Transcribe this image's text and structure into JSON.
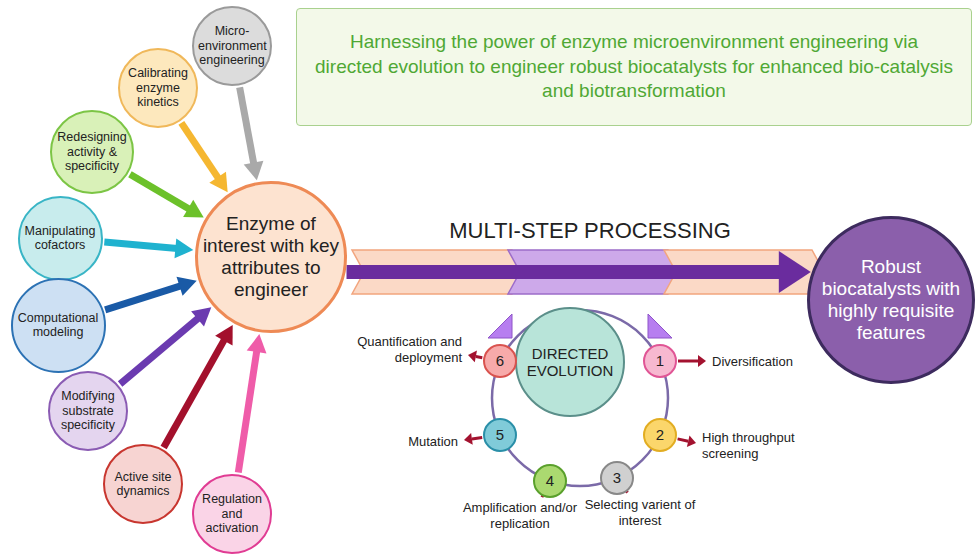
{
  "diagram": {
    "nodes": [
      {
        "text": [
          "Harnessing the power of enzyme microenvironment engineering via directed evolution to engineer robust biocatalysts for enhanced bio-catalysis and biotransformation"
        ]
      },
      {
        "text": [
          "Micro-environment engineering"
        ]
      },
      {
        "text": [
          "Calibrating enzyme kinetics"
        ]
      },
      {
        "text": [
          "Redesigning activity & specificity"
        ]
      },
      {
        "text": [
          "Manipulating cofactors"
        ]
      },
      {
        "text": [
          "Computational modeling"
        ]
      },
      {
        "text": [
          "Modifying substrate specificity"
        ]
      },
      {
        "text": [
          "Active site dynamics"
        ]
      },
      {
        "text": [
          "Regulation and activation"
        ]
      },
      {
        "text": [
          "Enzyme of interest with key attributes to engineer"
        ]
      },
      {
        "text": [
          "Robust biocatalysts with highly requisite features"
        ]
      },
      {
        "text": [
          "DIRECTED EVOLUTION"
        ]
      },
      {
        "text": [
          "1",
          "Diversification"
        ]
      },
      {
        "text": [
          "2",
          "High throughput screening"
        ]
      },
      {
        "text": [
          "3",
          "Selecting varient of interest"
        ]
      },
      {
        "text": [
          "4",
          "Amplification and/or replication"
        ]
      },
      {
        "text": [
          "5",
          "Mutation"
        ]
      },
      {
        "text": [
          "6",
          "Quantification and deployment"
        ]
      }
    ],
    "edges": [
      {
        "from": 1,
        "to": 9,
        "arrow": "to"
      },
      {
        "from": 2,
        "to": 9,
        "arrow": "to"
      },
      {
        "from": 3,
        "to": 9,
        "arrow": "to"
      },
      {
        "from": 4,
        "to": 9,
        "arrow": "to"
      },
      {
        "from": 5,
        "to": 9,
        "arrow": "to"
      },
      {
        "from": 6,
        "to": 9,
        "arrow": "to"
      },
      {
        "from": 7,
        "to": 9,
        "arrow": "to"
      },
      {
        "from": 8,
        "to": 9,
        "arrow": "to"
      },
      {
        "from": 9,
        "to": 10,
        "arrow": "to"
      }
    ],
    "labels": [
      "MULTI-STEP PROCESSING"
    ]
  }
}
